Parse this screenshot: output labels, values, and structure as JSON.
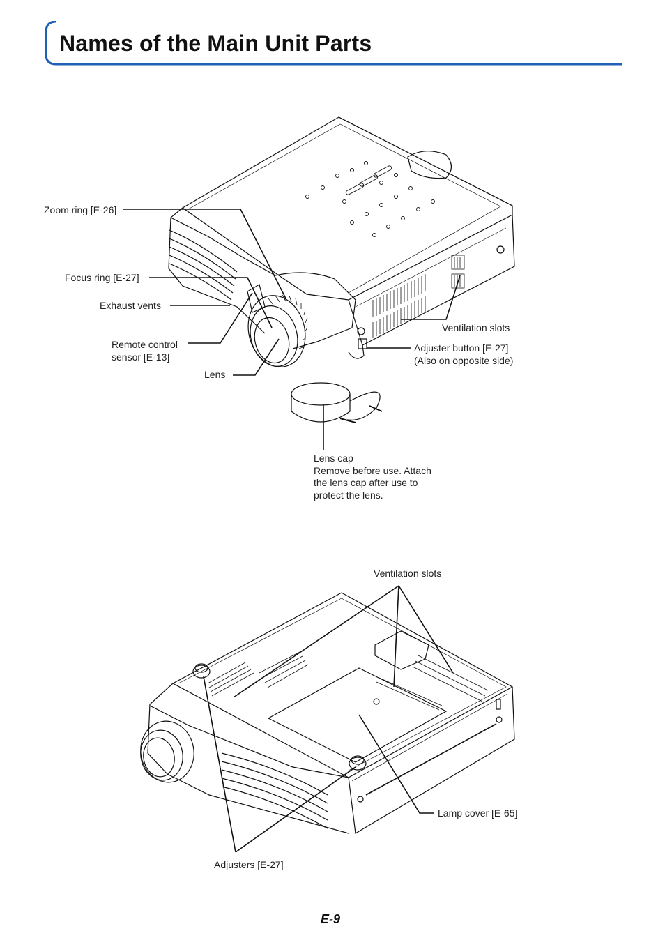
{
  "page": {
    "title": "Names of the Main Unit Parts",
    "page_number": "E-9",
    "accent_color": "#1f5fb4"
  },
  "top_view": {
    "labels": {
      "zoom_ring": "Zoom ring [E-26]",
      "focus_ring": "Focus ring [E-27]",
      "exhaust_vents": "Exhaust vents",
      "remote_sensor_1": "Remote control",
      "remote_sensor_2": "sensor [E-13]",
      "lens": "Lens",
      "ventilation_slots": "Ventilation slots",
      "adjuster_button_1": "Adjuster button [E-27]",
      "adjuster_button_2": "(Also on opposite side)",
      "lens_cap_1": "Lens cap",
      "lens_cap_2": "Remove before use. Attach",
      "lens_cap_3": "the lens cap after use to",
      "lens_cap_4": "protect the lens."
    }
  },
  "bottom_view": {
    "labels": {
      "ventilation_slots": "Ventilation slots",
      "lamp_cover": "Lamp cover [E-65]",
      "adjusters": "Adjusters [E-27]"
    }
  }
}
